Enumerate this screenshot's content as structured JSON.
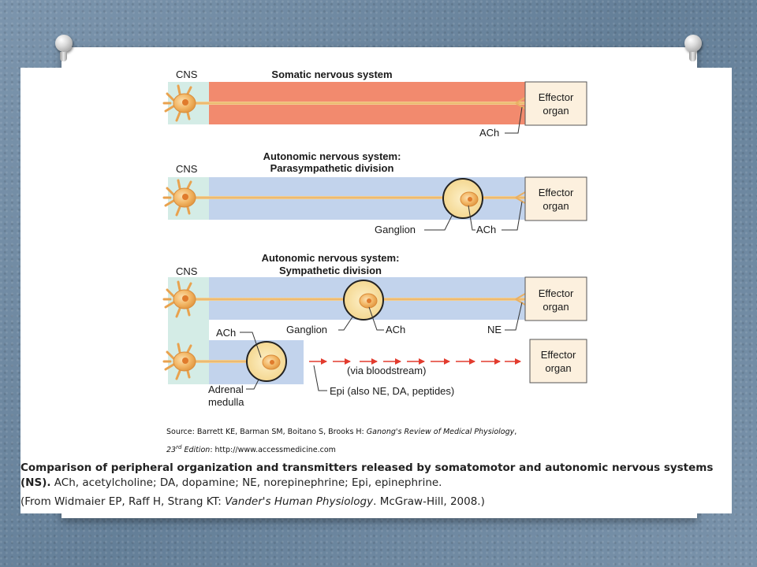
{
  "diagram": {
    "somatic": {
      "cns_label": "CNS",
      "title": "Somatic nervous system",
      "effector_line1": "Effector",
      "effector_line2": "organ",
      "ach_label": "ACh"
    },
    "parasympathetic": {
      "cns_label": "CNS",
      "title_line1": "Autonomic nervous system:",
      "title_line2": "Parasympathetic division",
      "effector_line1": "Effector",
      "effector_line2": "organ",
      "ganglion_label": "Ganglion",
      "ach_label": "ACh"
    },
    "sympathetic": {
      "cns_label": "CNS",
      "title_line1": "Autonomic nervous system:",
      "title_line2": "Sympathetic division",
      "effector_line1": "Effector",
      "effector_line2": "organ",
      "ganglion_label": "Ganglion",
      "ach_label": "ACh",
      "ne_label": "NE"
    },
    "adrenal": {
      "ach_label": "ACh",
      "adrenal_line1": "Adrenal",
      "adrenal_line2": "medulla",
      "bloodstream_label": "(via bloodstream)",
      "epi_label": "Epi (also NE, DA, peptides)",
      "effector_line1": "Effector",
      "effector_line2": "organ"
    }
  },
  "source": {
    "prefix": "Source: Barrett KE, Barman SM, Boitano S, Brooks H: ",
    "book_title": "Ganong's Review of Medical Physiology",
    "suffix": ",",
    "edition_num": "23",
    "edition_sup": "rd",
    "edition_text": " Edition",
    "url_text": ": http://www.accessmedicine.com"
  },
  "caption": {
    "bold": "Comparison of peripheral organization and transmitters released by somatomotor and autonomic nervous systems (NS).",
    "rest": " ACh, acetylcholine; DA, dopamine; NE, norepinephrine; Epi, epinephrine."
  },
  "credit": {
    "prefix": "(From Widmaier EP, Raff H, Strang KT: ",
    "title": "Vander's Human Physiology",
    "suffix": ". McGraw-Hill, 2008.)"
  },
  "colors": {
    "background": "#6f8aa3",
    "somatic_band": "#f28a6e",
    "autonomic_band": "#c2d3ec",
    "cns_box": "#d4ece6",
    "axon": "#f0c27a",
    "ganglion": "#f9e3a6",
    "effector_box": "#fcf0de",
    "arrow_red": "#e23b2e"
  }
}
